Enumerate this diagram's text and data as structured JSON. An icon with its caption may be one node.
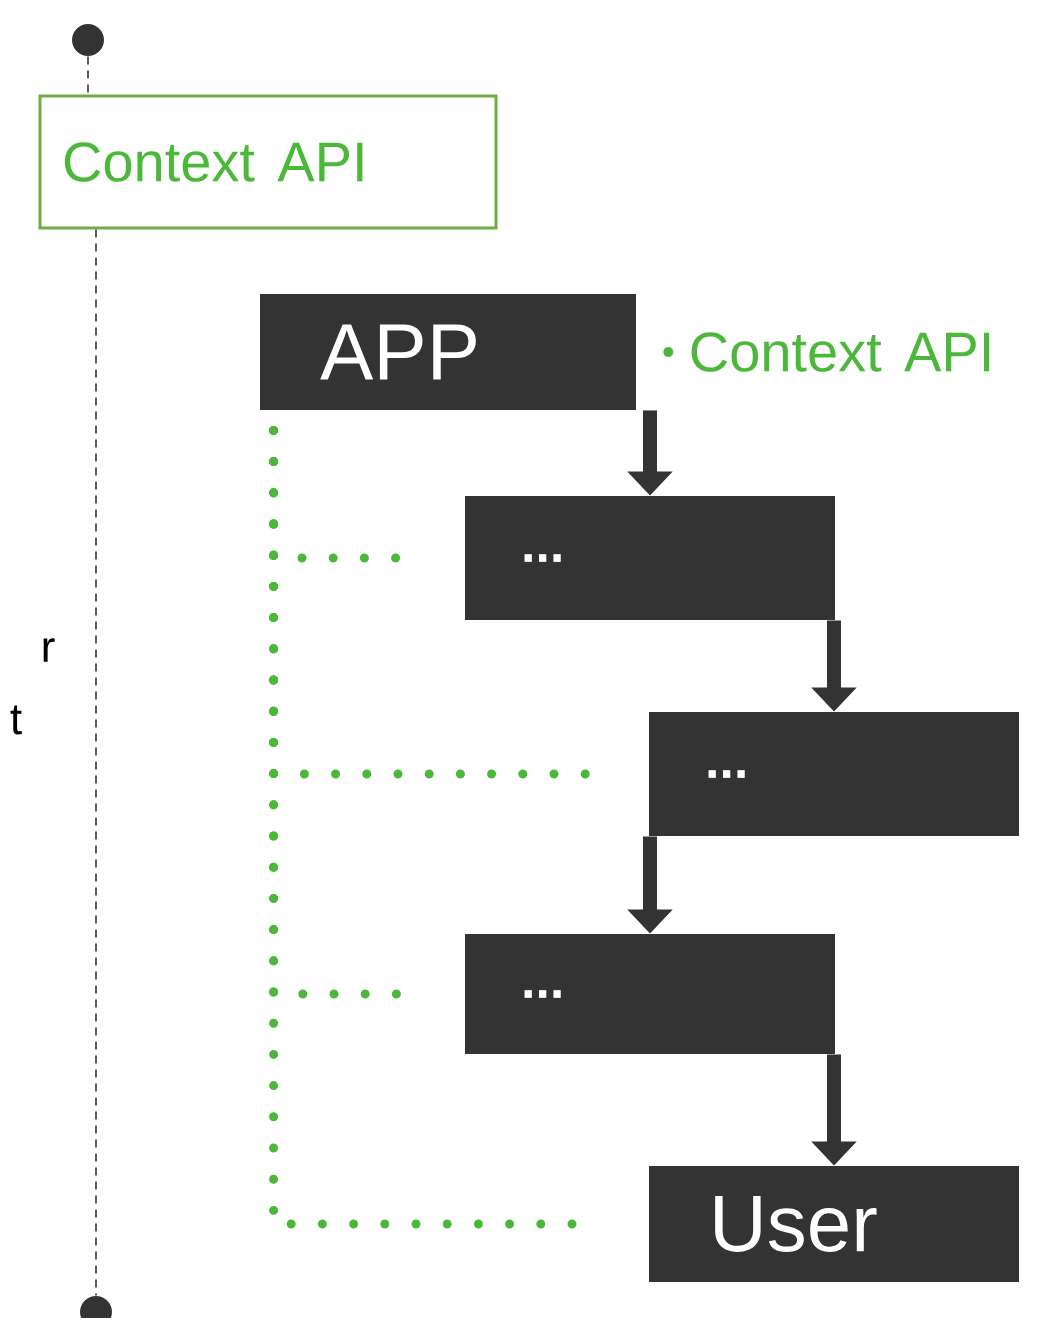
{
  "diagram": {
    "nodes": [
      {
        "text": [],
        "shape": "circle"
      },
      {
        "text": [
          "Context API"
        ]
      },
      {
        "text": [],
        "shape": "circle"
      },
      {
        "text": [
          "APP"
        ],
        "beside": [
          "Context API"
        ]
      },
      {
        "text": [
          "..."
        ]
      },
      {
        "text": [
          "..."
        ]
      },
      {
        "text": [
          "..."
        ]
      },
      {
        "text": [
          "User"
        ]
      }
    ],
    "edges": [
      {
        "from": 0,
        "to": 1,
        "arrow": "none",
        "style": "dashed",
        "color": "#333333"
      },
      {
        "from": 1,
        "to": 2,
        "arrow": "none",
        "style": "dashed",
        "color": "#333333"
      },
      {
        "from": 3,
        "to": 4,
        "arrow": "to"
      },
      {
        "from": 4,
        "to": 5,
        "arrow": "to"
      },
      {
        "from": 5,
        "to": 6,
        "arrow": "to"
      },
      {
        "from": 6,
        "to": 7,
        "arrow": "to"
      },
      {
        "from": 3,
        "to": 4,
        "arrow": "none",
        "style": "dashed",
        "color": "#4cb83a"
      },
      {
        "from": 3,
        "to": 5,
        "arrow": "none",
        "style": "dashed",
        "color": "#4cb83a"
      },
      {
        "from": 3,
        "to": 6,
        "arrow": "none",
        "style": "dashed",
        "color": "#4cb83a"
      },
      {
        "from": 3,
        "to": 7,
        "arrow": "none",
        "style": "dashed",
        "color": "#4cb83a"
      }
    ],
    "labels": [
      "r",
      "t"
    ]
  }
}
